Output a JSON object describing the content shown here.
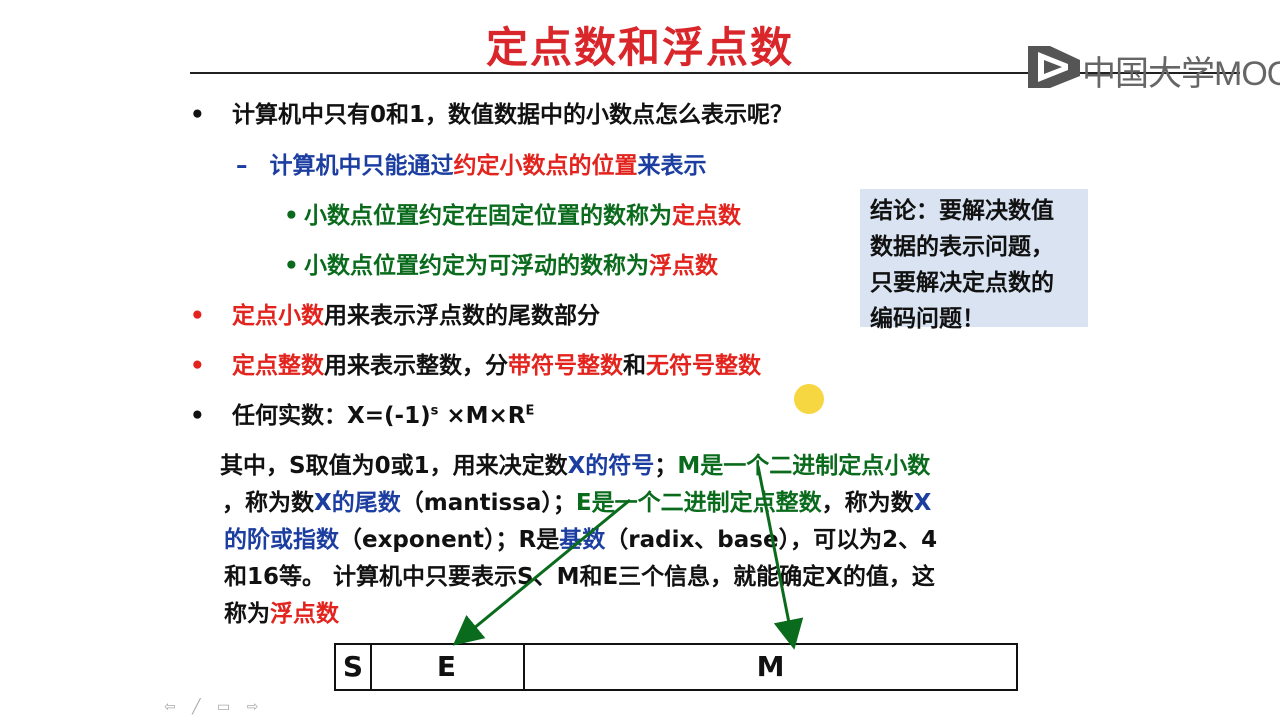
{
  "title": "定点数和浮点数",
  "logo": {
    "text": "中国大学MOOC"
  },
  "bullets": {
    "b1": {
      "dot": "•",
      "text": "计算机中只有0和1，数值数据中的小数点怎么表示呢？"
    },
    "b1a": {
      "dash": "–",
      "p1": "计算机中只能通过",
      "p2": "约定小数点的位置",
      "p3": "来表示"
    },
    "b1a1": {
      "dot": "•",
      "p1": "小数点位置约定在固定位置的数称为",
      "p2": "定点数"
    },
    "b1a2": {
      "dot": "•",
      "p1": "小数点位置约定为可浮动的数称为",
      "p2": "浮点数"
    },
    "b2": {
      "dot": "•",
      "p1": "定点小数",
      "p2": "用来表示浮点数的尾数部分"
    },
    "b3": {
      "dot": "•",
      "p1": "定点整数",
      "p2": "用来表示整数，分",
      "p3": "带符号整数",
      "p4": "和",
      "p5": "无符号整数"
    },
    "b4": {
      "dot": "•",
      "p1": "任何实数：X=(-1)",
      "sup1": "s",
      "p2": " ×M×R",
      "sup2": "E"
    }
  },
  "paragraph": {
    "l1a": "其中，S取值为0或1，用来决定数",
    "l1b": "X的符号",
    "l1c": "；",
    "l1d": "M是一个二进制定点小数",
    "l2a": "，称为数",
    "l2b": "X的尾数",
    "l2c": "（mantissa）；",
    "l2d": "E是一个二进制定点整数",
    "l2e": "，称为数",
    "l2f": "X",
    "l3a": "的阶或指数",
    "l3b": "（exponent）；R是",
    "l3c": "基数",
    "l3d": "（radix、base），可以为2、4",
    "l4": "和16等。 计算机中只要表示S、M和E三个信息，就能确定X的值，这",
    "l5a": "称为",
    "l5b": "浮点数"
  },
  "note": {
    "lines": [
      "结论：要解决数值",
      "数据的表示问题，",
      "只要解决定点数的",
      "编码问题！"
    ]
  },
  "format_fields": {
    "s": "S",
    "e": "E",
    "m": "M"
  },
  "nav": "⇦ ╱ ▭ ⇨",
  "colors": {
    "title": "#d9262b",
    "emphasis": "#e3231d",
    "blue": "#1c3ea0",
    "green": "#0a6b1c",
    "note_bg": "#d9e3f1"
  }
}
